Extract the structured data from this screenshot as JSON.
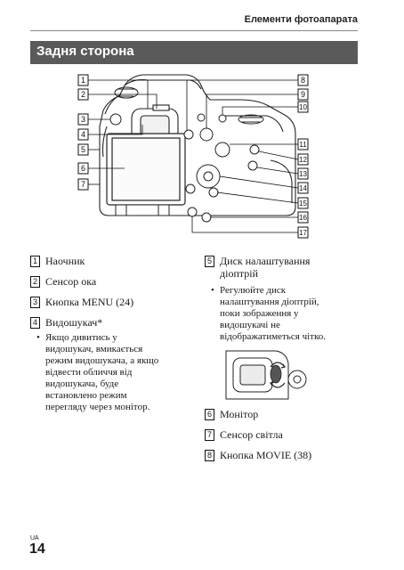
{
  "header": {
    "title": "Елементи фотоапарата"
  },
  "section": {
    "title": "Задня сторона"
  },
  "callouts": [
    "1",
    "2",
    "3",
    "4",
    "5",
    "6",
    "7",
    "8",
    "9",
    "10",
    "11",
    "12",
    "13",
    "14",
    "15",
    "16",
    "17"
  ],
  "items": {
    "i1": {
      "num": "1",
      "label": "Наочник"
    },
    "i2": {
      "num": "2",
      "label": "Сенсор ока"
    },
    "i3": {
      "num": "3",
      "label": "Кнопка MENU (24)"
    },
    "i4": {
      "num": "4",
      "label": "Видошукач*"
    },
    "i5": {
      "num": "5",
      "label_line1": "Диск налаштування",
      "label_line2": "діоптрій"
    },
    "i6": {
      "num": "6",
      "label": "Монітор"
    },
    "i7": {
      "num": "7",
      "label": "Сенсор світла"
    },
    "i8": {
      "num": "8",
      "label": "Кнопка MOVIE (38)"
    }
  },
  "notes": {
    "viewfinder": [
      "Якщо дивитись у",
      "видошукач, вмикається",
      "режим видошукача, а якщо",
      "відвести обличчя від",
      "видошукача, буде",
      "встановлено режим",
      "перегляду через монітор."
    ],
    "diopter": [
      "Регулюйте диск",
      "налаштування діоптрій,",
      "поки зображення у",
      "видошукачі не",
      "відображатиметься чітко."
    ]
  },
  "footer": {
    "lang": "UA",
    "page": "14"
  }
}
